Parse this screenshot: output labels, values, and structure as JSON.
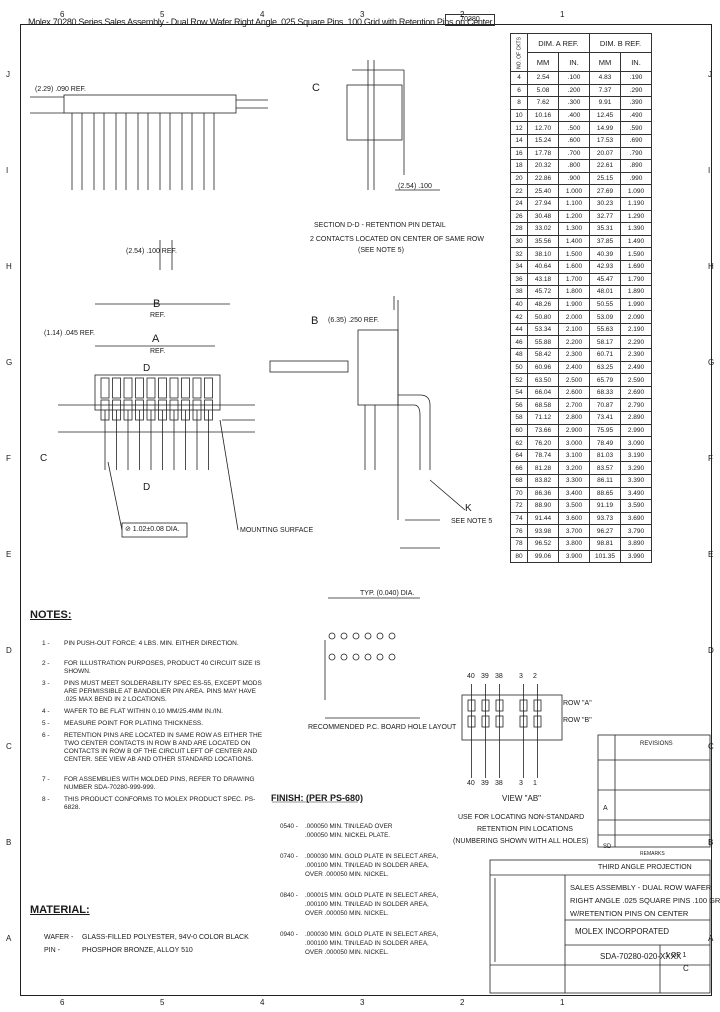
{
  "title": "Molex 70280 Series Sales Assembly - Dual Row Wafer Right Angle .025 Square Pins .100 Grid with Retention Pins on Center",
  "top_part_no": "70280",
  "zones_top": [
    "6",
    "5",
    "4",
    "3",
    "2",
    "1"
  ],
  "zones_side": [
    "J",
    "I",
    "H",
    "G",
    "F",
    "E",
    "D",
    "C",
    "B",
    "A"
  ],
  "dim_table": {
    "col_headers": [
      "NO. OF CKTS",
      "DIM. A REF.",
      "DIM. B REF."
    ],
    "sub_headers": [
      "",
      "MM",
      "IN.",
      "MM",
      "IN."
    ],
    "rows": [
      [
        "4",
        "2.54",
        ".100",
        "4.83",
        ".190"
      ],
      [
        "6",
        "5.08",
        ".200",
        "7.37",
        ".290"
      ],
      [
        "8",
        "7.62",
        ".300",
        "9.91",
        ".390"
      ],
      [
        "10",
        "10.16",
        ".400",
        "12.45",
        ".490"
      ],
      [
        "12",
        "12.70",
        ".500",
        "14.99",
        ".590"
      ],
      [
        "14",
        "15.24",
        ".600",
        "17.53",
        ".690"
      ],
      [
        "16",
        "17.78",
        ".700",
        "20.07",
        ".790"
      ],
      [
        "18",
        "20.32",
        ".800",
        "22.61",
        ".890"
      ],
      [
        "20",
        "22.86",
        ".900",
        "25.15",
        ".990"
      ],
      [
        "22",
        "25.40",
        "1.000",
        "27.69",
        "1.090"
      ],
      [
        "24",
        "27.94",
        "1.100",
        "30.23",
        "1.190"
      ],
      [
        "26",
        "30.48",
        "1.200",
        "32.77",
        "1.290"
      ],
      [
        "28",
        "33.02",
        "1.300",
        "35.31",
        "1.390"
      ],
      [
        "30",
        "35.56",
        "1.400",
        "37.85",
        "1.490"
      ],
      [
        "32",
        "38.10",
        "1.500",
        "40.39",
        "1.590"
      ],
      [
        "34",
        "40.64",
        "1.600",
        "42.93",
        "1.690"
      ],
      [
        "36",
        "43.18",
        "1.700",
        "45.47",
        "1.790"
      ],
      [
        "38",
        "45.72",
        "1.800",
        "48.01",
        "1.890"
      ],
      [
        "40",
        "48.26",
        "1.900",
        "50.55",
        "1.990"
      ],
      [
        "42",
        "50.80",
        "2.000",
        "53.09",
        "2.090"
      ],
      [
        "44",
        "53.34",
        "2.100",
        "55.63",
        "2.190"
      ],
      [
        "46",
        "55.88",
        "2.200",
        "58.17",
        "2.290"
      ],
      [
        "48",
        "58.42",
        "2.300",
        "60.71",
        "2.390"
      ],
      [
        "50",
        "60.96",
        "2.400",
        "63.25",
        "2.490"
      ],
      [
        "52",
        "63.50",
        "2.500",
        "65.79",
        "2.590"
      ],
      [
        "54",
        "66.04",
        "2.600",
        "68.33",
        "2.690"
      ],
      [
        "56",
        "68.58",
        "2.700",
        "70.87",
        "2.790"
      ],
      [
        "58",
        "71.12",
        "2.800",
        "73.41",
        "2.890"
      ],
      [
        "60",
        "73.66",
        "2.900",
        "75.95",
        "2.990"
      ],
      [
        "62",
        "76.20",
        "3.000",
        "78.49",
        "3.090"
      ],
      [
        "64",
        "78.74",
        "3.100",
        "81.03",
        "3.190"
      ],
      [
        "66",
        "81.28",
        "3.200",
        "83.57",
        "3.290"
      ],
      [
        "68",
        "83.82",
        "3.300",
        "86.11",
        "3.390"
      ],
      [
        "70",
        "86.36",
        "3.400",
        "88.65",
        "3.490"
      ],
      [
        "72",
        "88.90",
        "3.500",
        "91.19",
        "3.590"
      ],
      [
        "74",
        "91.44",
        "3.600",
        "93.73",
        "3.690"
      ],
      [
        "76",
        "93.98",
        "3.700",
        "96.27",
        "3.790"
      ],
      [
        "78",
        "96.52",
        "3.800",
        "98.81",
        "3.890"
      ],
      [
        "80",
        "99.06",
        "3.900",
        "101.35",
        "3.990"
      ]
    ]
  },
  "labels": {
    "section_title": "SECTION D-D - RETENTION PIN DETAIL",
    "section_sub1": "2 CONTACTS LOCATED ON CENTER OF SAME ROW",
    "section_sub2": "(SEE NOTE 5)",
    "c_label": "C",
    "b_label": "B",
    "a_label": "A",
    "d_label": "D",
    "ref": "REF.",
    "mounting_surface": "MOUNTING SURFACE",
    "pcb_layout": "RECOMMENDED P.C. BOARD HOLE LAYOUT",
    "view_ab": "VIEW \"AB\"",
    "view_ab_sub1": "USE FOR LOCATING NON-STANDARD",
    "view_ab_sub2": "RETENTION PIN LOCATIONS",
    "view_ab_sub3": "(NUMBERING SHOWN WITH ALL HOLES)",
    "row_a": "ROW \"A\"",
    "row_b": "ROW \"B\"",
    "see_note5": "SEE NOTE 5",
    "k_label": "K",
    "hole_dia": "⊘ 1.02±0.08 DIA.",
    "typ_dia": "TYP. (0.040) DIA.",
    "dim_254_100": "(2.54) .100 REF.",
    "dim_229_090": "(2.29) .090 REF.",
    "dim_114_045": "(1.14) .045 REF.",
    "dim_635_250": "(6.35) .250 REF.",
    "dim_254": "(2.54) .100",
    "view_nums_top": [
      "40",
      "39",
      "38",
      "3",
      "2"
    ],
    "view_nums_bot": [
      "40",
      "39",
      "38",
      "3",
      "1"
    ]
  },
  "notes": {
    "heading": "NOTES:",
    "items": [
      {
        "n": "1",
        "text": "PIN PUSH-OUT FORCE: 4 LBS. MIN. EITHER DIRECTION."
      },
      {
        "n": "2",
        "text": "FOR ILLUSTRATION PURPOSES, PRODUCT 40 CIRCUIT SIZE IS SHOWN."
      },
      {
        "n": "3",
        "text": "PINS MUST MEET SOLDERABILITY SPEC ES-55, EXCEPT MODS ARE PERMISSIBLE AT BANDOLIER PIN AREA. PINS MAY HAVE .025 MAX BEND IN 2 LOCATIONS."
      },
      {
        "n": "4",
        "text": "WAFER TO BE FLAT WITHIN 0.10 MM/25.4MM IN./IN."
      },
      {
        "n": "5",
        "text": "MEASURE POINT FOR PLATING THICKNESS."
      },
      {
        "n": "6",
        "text": "RETENTION PINS ARE LOCATED IN SAME ROW AS EITHER THE TWO CENTER CONTACTS IN ROW B AND ARE LOCATED ON CONTACTS IN ROW B OF THE CIRCUIT LEFT OF CENTER AND CENTER. SEE VIEW AB AND OTHER STANDARD LOCATIONS."
      },
      {
        "n": "7",
        "text": "FOR ASSEMBLIES WITH MOLDED PINS, REFER TO DRAWING NUMBER SDA-70280-999-999."
      },
      {
        "n": "8",
        "text": "THIS PRODUCT CONFORMS TO MOLEX PRODUCT SPEC. PS-6828."
      }
    ]
  },
  "material": {
    "heading": "MATERIAL:",
    "items": [
      {
        "k": "WAFER",
        "v": "GLASS-FILLED POLYESTER, 94V-0 COLOR BLACK"
      },
      {
        "k": "PIN",
        "v": "PHOSPHOR BRONZE, ALLOY 510"
      }
    ]
  },
  "finish": {
    "heading": "FINISH: (PER PS-680)",
    "items": [
      {
        "code": "0540",
        "lines": [
          ".000050 MIN. TIN/LEAD OVER",
          ".000050 MIN. NICKEL PLATE."
        ]
      },
      {
        "code": "0740",
        "lines": [
          ".000030 MIN. GOLD PLATE IN SELECT AREA,",
          ".000100 MIN. TIN/LEAD IN SOLDER AREA,",
          "OVER .000050 MIN. NICKEL."
        ]
      },
      {
        "code": "0840",
        "lines": [
          ".000015 MIN. GOLD PLATE IN SELECT AREA,",
          ".000100 MIN. TIN/LEAD IN SOLDER AREA,",
          "OVER .000050 MIN. NICKEL."
        ]
      },
      {
        "code": "0940",
        "lines": [
          ".000030 MIN. GOLD PLATE IN SELECT AREA,",
          ".000100 MIN. TIN/LEAD IN SOLDER AREA,",
          "OVER .000050 MIN. NICKEL."
        ]
      }
    ]
  },
  "title_block": {
    "desc1": "SALES ASSEMBLY - DUAL ROW WAFER",
    "desc2": "RIGHT ANGLE .025 SQUARE PINS .100 GRID",
    "desc3": "W/RETENTION PINS ON CENTER",
    "company": "MOLEX INCORPORATED",
    "doc_no": "SDA-70280-020-XXXX",
    "sheet": "1 OF 1",
    "size": "C",
    "rev": "A",
    "rev_label": "REVISIONS",
    "third_angle": "THIRD ANGLE PROJECTION",
    "sd": "SD",
    "remarks": "REMARKS"
  }
}
